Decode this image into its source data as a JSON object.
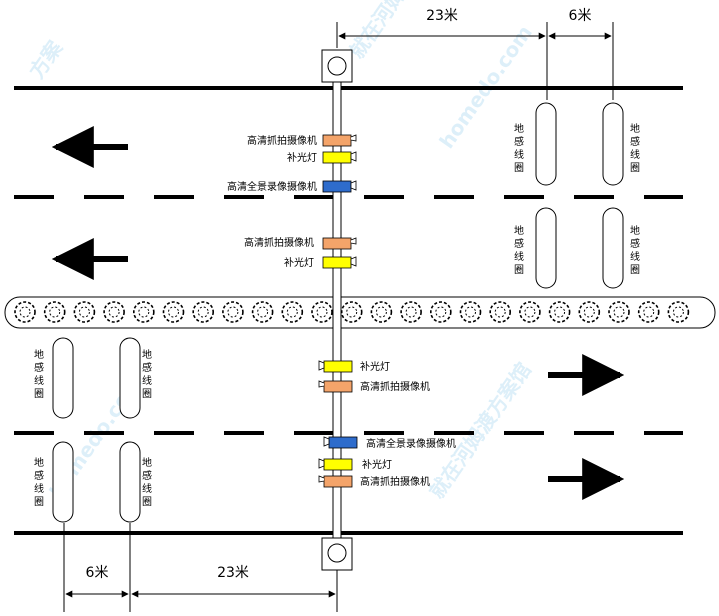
{
  "dimensions": {
    "top_long": "23米",
    "top_short": "6米",
    "bottom_short": "6米",
    "bottom_long": "23米"
  },
  "labels": {
    "hd_capture_camera": "高清抓拍摄像机",
    "fill_light": "补光灯",
    "hd_panorama_camera": "高清全景录像摄像机",
    "loop_detector": "地感线圈",
    "loop_chars": [
      "地",
      "感",
      "线",
      "圈"
    ]
  },
  "watermark": {
    "brand": "就在河姆渡方案馆",
    "site": "homedo.com",
    "short": "方案"
  },
  "colors": {
    "capture_camera": "#f4a46a",
    "fill_light": "#ffff00",
    "panorama_camera": "#2e6ccc",
    "road_line": "#000000",
    "watermark": "#9fd3ee"
  }
}
